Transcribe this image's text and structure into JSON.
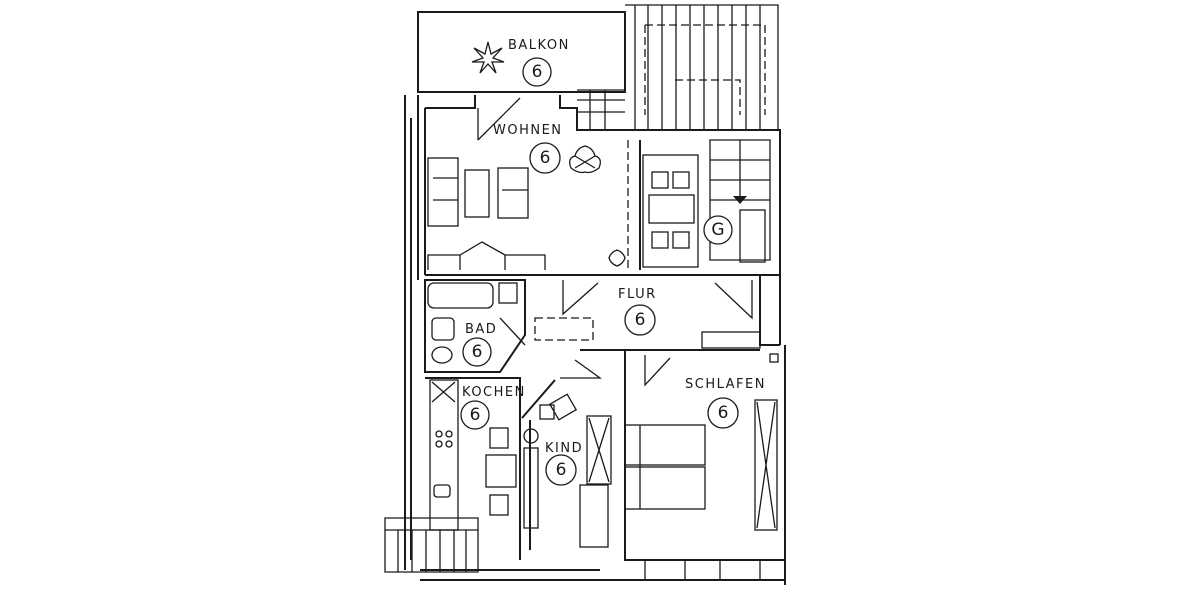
{
  "floor_plan": {
    "rooms": [
      {
        "id": "balkon",
        "label": "BALKON",
        "number": "6"
      },
      {
        "id": "wohnen",
        "label": "WOHNEN",
        "number": "6"
      },
      {
        "id": "flur",
        "label": "FLUR",
        "number": "6"
      },
      {
        "id": "bad",
        "label": "BAD",
        "number": "6"
      },
      {
        "id": "kochen",
        "label": "KOCHEN",
        "number": "6"
      },
      {
        "id": "kind",
        "label": "KIND",
        "number": "6"
      },
      {
        "id": "schlafen",
        "label": "SCHLAFEN",
        "number": "6"
      }
    ],
    "stair_marker": {
      "label": "G"
    }
  }
}
